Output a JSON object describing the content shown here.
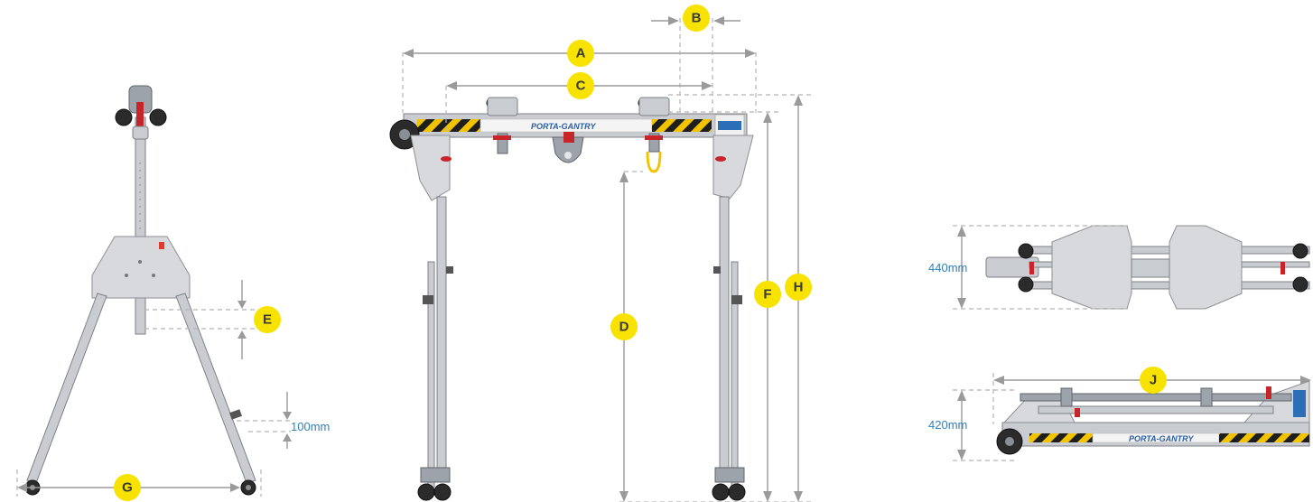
{
  "labels": {
    "A": "A",
    "B": "B",
    "C": "C",
    "D": "D",
    "E": "E",
    "F": "F",
    "G": "G",
    "H": "H",
    "J": "J"
  },
  "measurements": {
    "foot_clearance": "100mm",
    "folded_width": "440mm",
    "folded_height": "420mm"
  },
  "colors": {
    "badge": "#f7e200",
    "measurement_text": "#2f80c0",
    "hazard_yellow": "#f2c300",
    "brand_blue": "#2c6fb6"
  }
}
